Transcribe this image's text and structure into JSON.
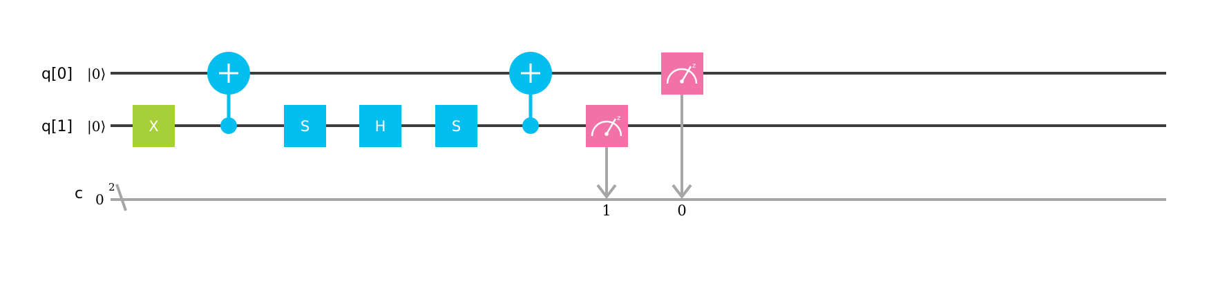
{
  "registers": {
    "q0": {
      "label": "q[0]",
      "init": "|0⟩"
    },
    "q1": {
      "label": "q[1]",
      "init": "|0⟩"
    },
    "c": {
      "label": "c",
      "init": "0",
      "width": "2"
    }
  },
  "gates": {
    "x": "X",
    "s1": "S",
    "h": "H",
    "s2": "S"
  },
  "measurements": {
    "m1": {
      "qubit": "q[1]",
      "basis": "z",
      "target_bit": "1"
    },
    "m2": {
      "qubit": "q[0]",
      "basis": "z",
      "target_bit": "0"
    }
  },
  "colors": {
    "wire": "#3d3d3d",
    "classical_wire": "#a6a6a6",
    "x_gate": "#a6cf38",
    "clifford_gate": "#05bef0",
    "measure": "#f371a9"
  },
  "icons": {
    "cnot_target": "plus-circle-icon",
    "cnot_control": "filled-dot-icon",
    "measure": "meter-gauge-icon"
  }
}
